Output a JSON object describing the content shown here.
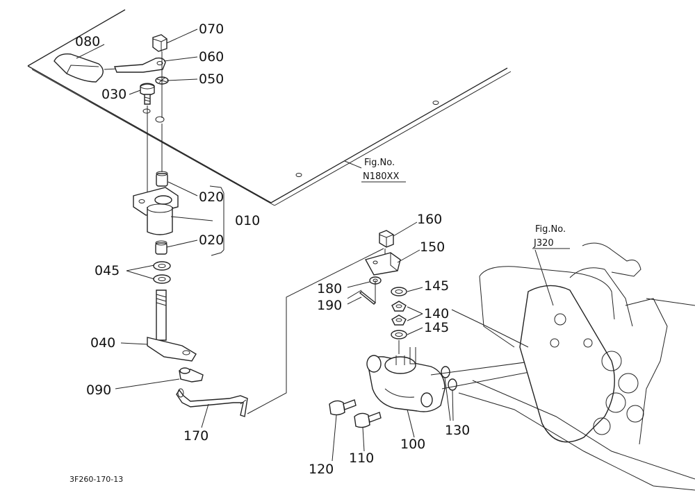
{
  "labels": {
    "p070": "070",
    "p080": "080",
    "p060": "060",
    "p050": "050",
    "p030": "030",
    "p020a": "020",
    "p010": "010",
    "p020b": "020",
    "p045": "045",
    "p040": "040",
    "p090": "090",
    "p170": "170",
    "p160": "160",
    "p150": "150",
    "p180": "180",
    "p190": "190",
    "p145a": "145",
    "p140": "140",
    "p145b": "145",
    "p130": "130",
    "p120": "120",
    "p110": "110",
    "p100": "100"
  },
  "references": {
    "ref1_label": "Fig.No.",
    "ref1_value": "N180XX",
    "ref2_label": "Fig.No.",
    "ref2_value": "J320"
  },
  "drawing_code": "3F260-170-13"
}
